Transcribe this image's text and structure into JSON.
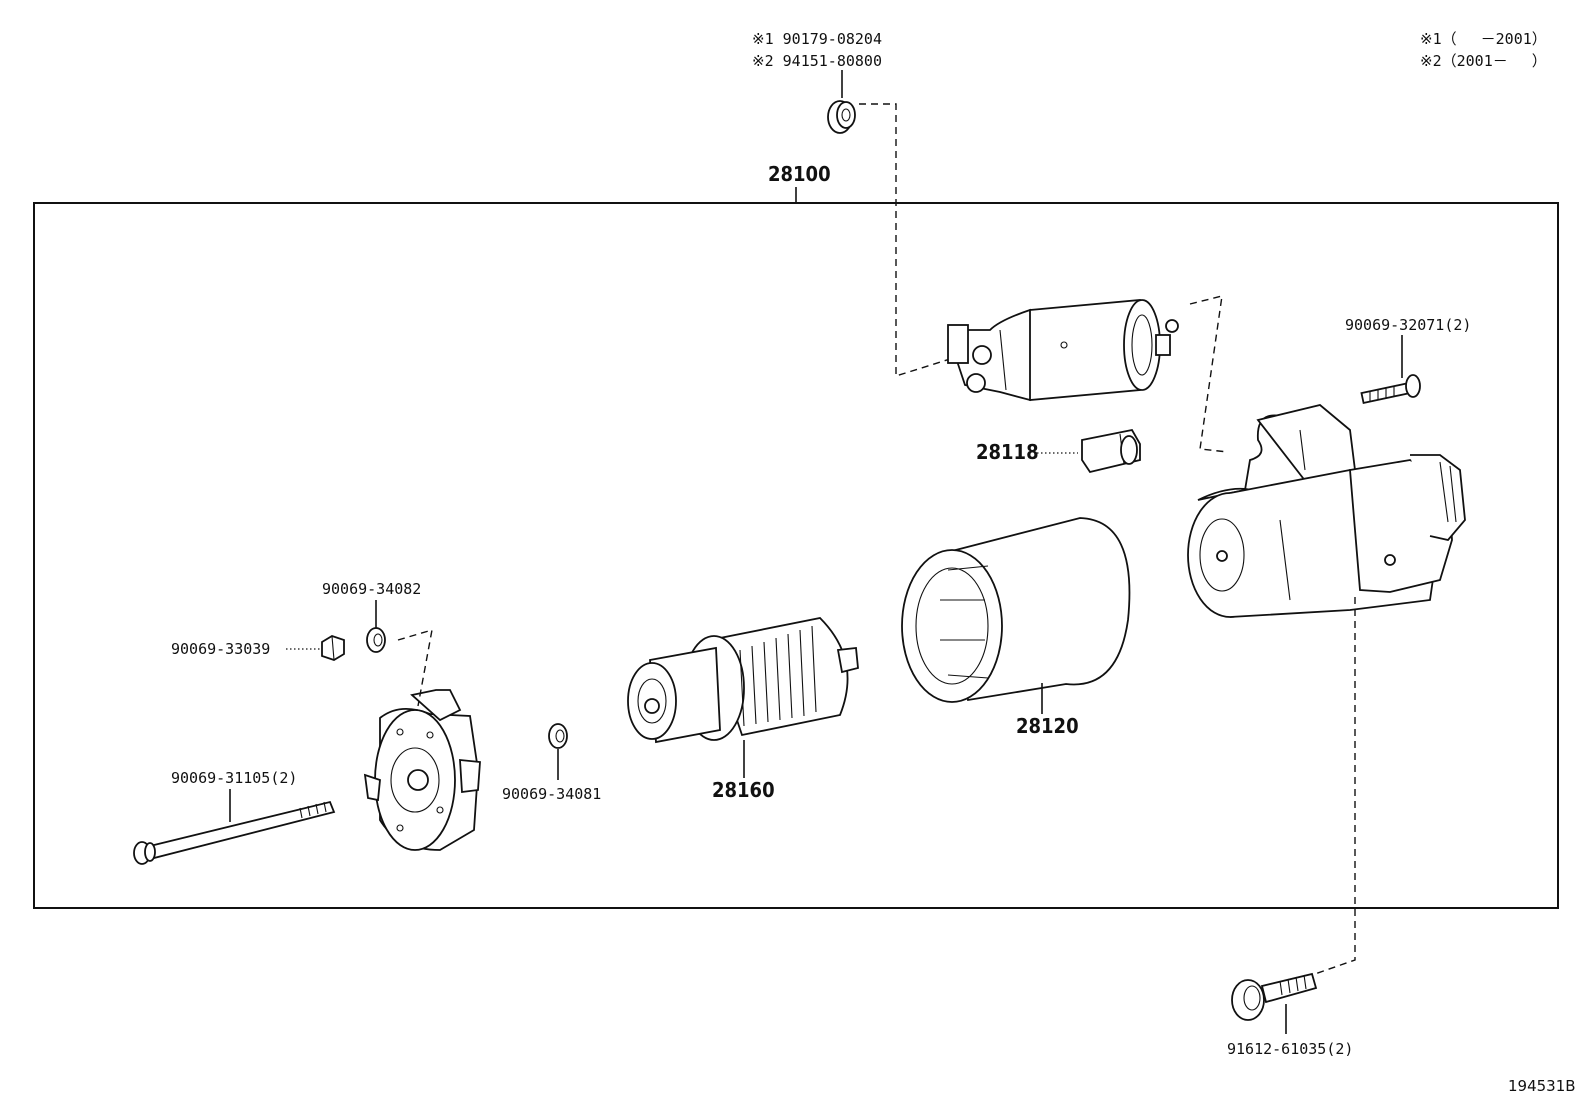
{
  "note_top_left_line1": "※1 90179-08204",
  "note_top_left_line2": "※2 94151-80800",
  "legend_line1": "※1（　 －2001）",
  "legend_line2": "※2（2001－　 ）",
  "assembly_label": "28100",
  "parts": {
    "p_90069_32071": "90069-32071(2)",
    "p_28118": "28118",
    "p_90069_34082": "90069-34082",
    "p_90069_33039": "90069-33039",
    "p_90069_34081": "90069-34081",
    "p_28120": "28120",
    "p_28160": "28160",
    "p_90069_31105": "90069-31105(2)",
    "p_91612_61035": "91612-61035(2)"
  },
  "figure_id": "194531B"
}
